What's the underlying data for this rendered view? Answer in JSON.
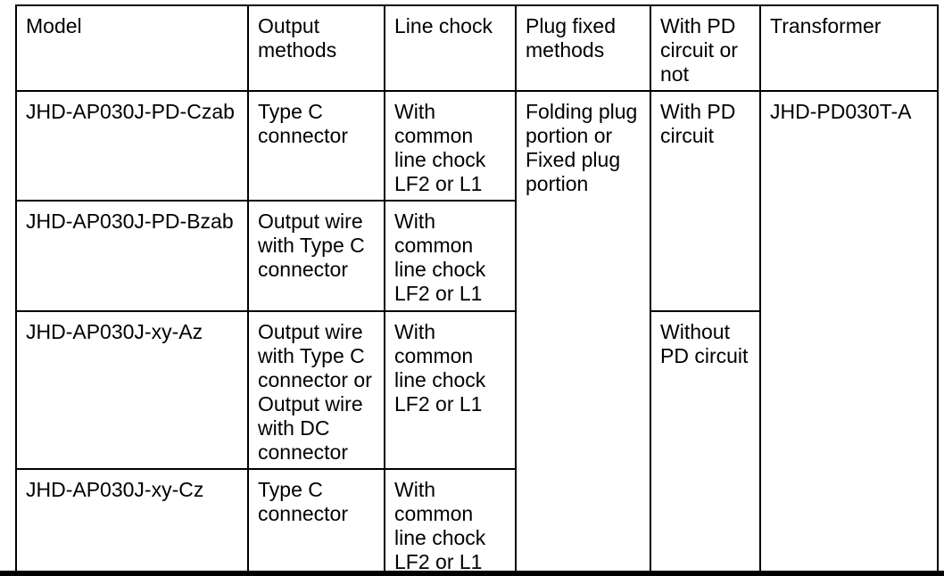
{
  "table": {
    "columns": [
      "Model",
      "Output methods",
      "Line chock",
      "Plug fixed methods",
      "With PD circuit or not",
      "Transformer"
    ],
    "rows": [
      {
        "model": "JHD-AP030J-PD-Czab",
        "output_method": "Type C connector",
        "line_chock": "With common line chock LF2 or L1"
      },
      {
        "model": "JHD-AP030J-PD-Bzab",
        "output_method": "Output wire with Type C connector",
        "line_chock": "With common line chock LF2 or L1"
      },
      {
        "model": "JHD-AP030J-xy-Az",
        "output_method": "Output wire with Type C connector or Output wire with DC connector",
        "line_chock": "With common line chock LF2 or L1"
      },
      {
        "model": "JHD-AP030J-xy-Cz",
        "output_method": "Type C connector",
        "line_chock": "With common line chock LF2 or L1"
      }
    ],
    "plug_fixed_method": "Folding plug portion or Fixed plug portion",
    "pd_circuit": {
      "with_pd": "With PD circuit",
      "without_pd": "Without PD circuit"
    },
    "transformer": "JHD-PD030T-A"
  }
}
